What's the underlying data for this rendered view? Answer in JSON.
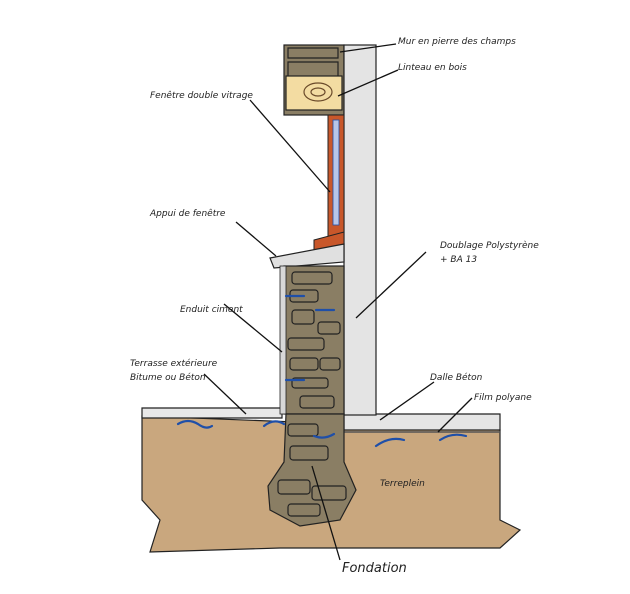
{
  "labels": {
    "mur": "Mur en pierre des champs",
    "linteau": "Linteau en bois",
    "fenetre": "Fenêtre double vitrage",
    "appui": "Appui de fenêtre",
    "doublage_1": "Doublage Polystyrène",
    "doublage_2": "+ BA 13",
    "enduit": "Enduit ciment",
    "terrasse_1": "Terrasse extérieure",
    "terrasse_2": "Bitume ou Béton",
    "dalle": "Dalle Béton",
    "film": "Film polyane",
    "terreplein": "Terreplein",
    "fondation": "Fondation"
  },
  "colors": {
    "soil": "#c9a77e",
    "stone": "#8a7e64",
    "wood": "#f3dca2",
    "frame": "#c8572a",
    "moisture": "#1f4fa8",
    "insulation": "#e4e4e4"
  }
}
